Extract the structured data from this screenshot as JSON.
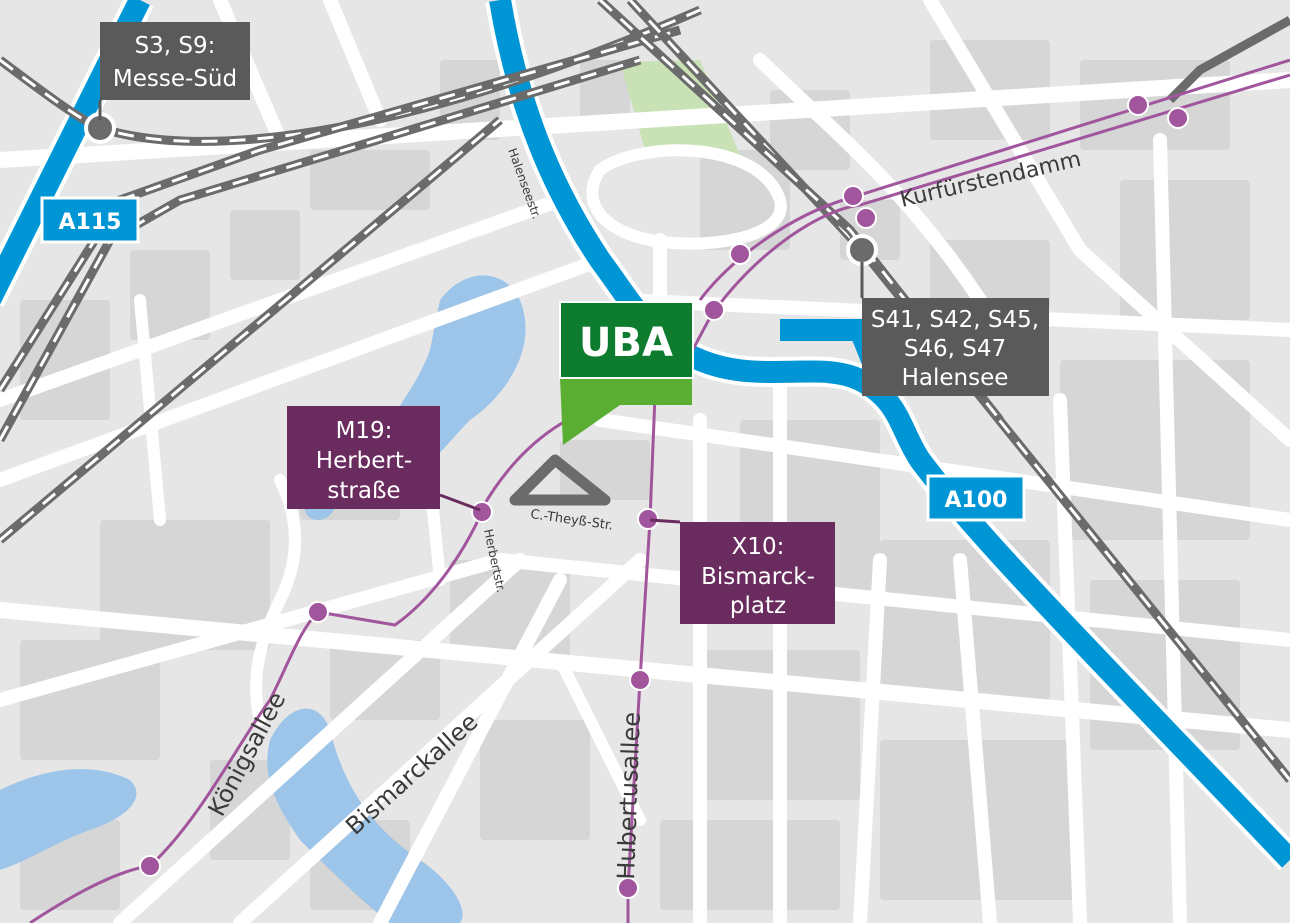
{
  "map": {
    "marker": {
      "label": "UBA",
      "color": "#0e7c2f",
      "pointer_color": "#5aae32"
    },
    "highways": [
      {
        "id": "a115",
        "label": "A115",
        "color": "#0096d6"
      },
      {
        "id": "a100",
        "label": "A100",
        "color": "#0096d6"
      }
    ],
    "stations": [
      {
        "id": "messe-sued",
        "lines": [
          "S3, S9:",
          "Messe-Süd"
        ],
        "color": "#5a5a5a"
      },
      {
        "id": "halensee",
        "lines": [
          "S41, S42, S45,",
          "S46, S47",
          "Halensee"
        ],
        "color": "#5a5a5a"
      },
      {
        "id": "herbertstrasse",
        "lines": [
          "M19:",
          "Herbert-",
          "straße"
        ],
        "color": "#6a2c5e"
      },
      {
        "id": "bismarckplatz",
        "lines": [
          "X10:",
          "Bismarck-",
          "platz"
        ],
        "color": "#6a2c5e"
      }
    ],
    "streets": {
      "kurfuerstendamm": "Kurfürstendamm",
      "halenseestr": "Halenseestr.",
      "c_theyss_str": "C.-Theyß-Str.",
      "herbertstr": "Herbertstr.",
      "koenigsallee": "Königsallee",
      "bismarckallee": "Bismarckallee",
      "hubertusallee": "Hubertusallee"
    },
    "colors": {
      "background": "#e6e6e6",
      "blocks": "#d6d6d6",
      "water": "#9dc5e9",
      "park": "#c8e2b6",
      "bus_route": "#a1559d",
      "rail": "#6b6b6b"
    }
  }
}
